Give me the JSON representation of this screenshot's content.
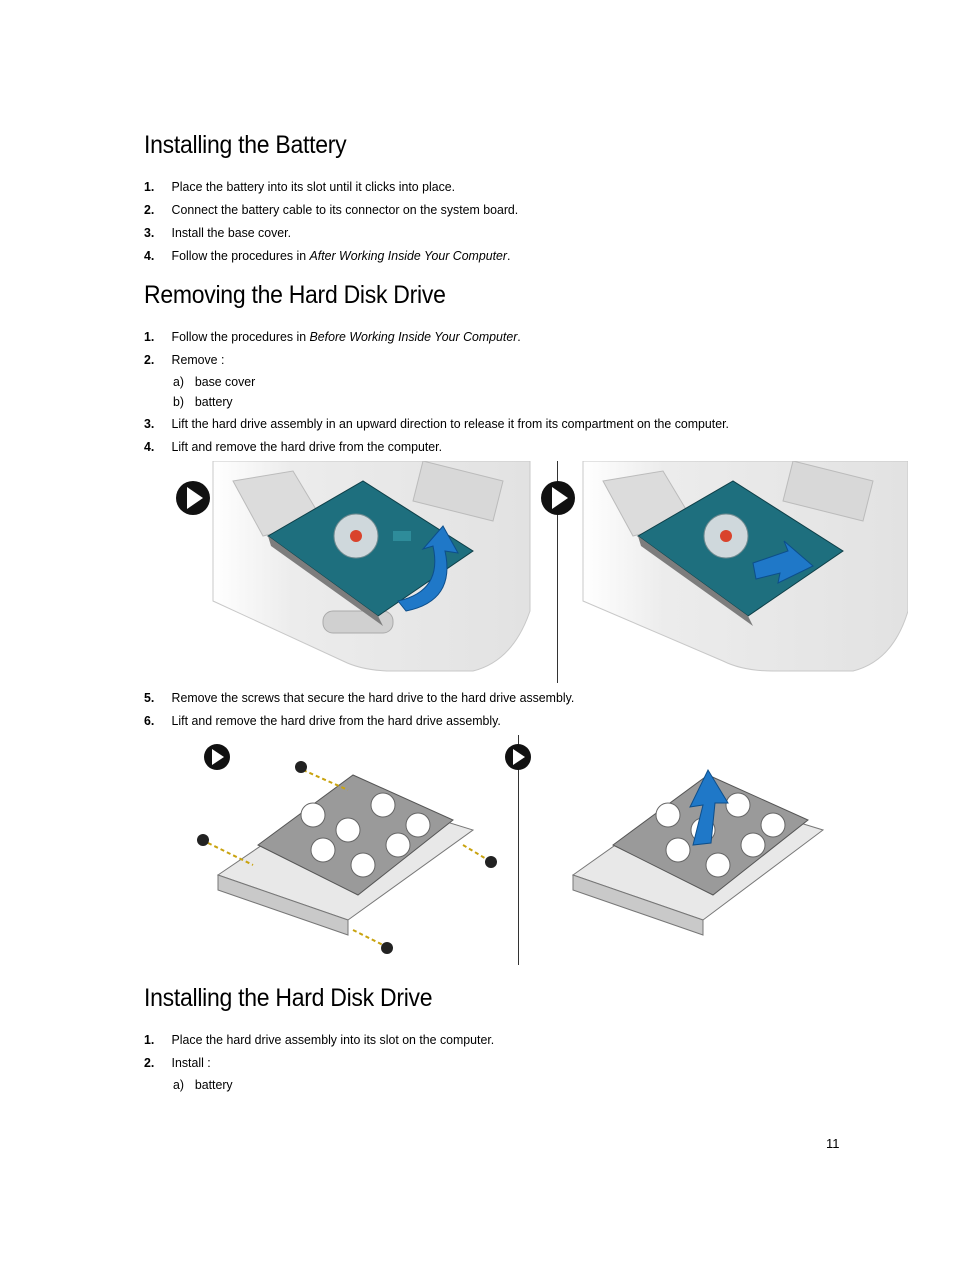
{
  "sections": [
    {
      "title": "Installing the Battery",
      "steps": [
        {
          "num": "1.",
          "text": "Place the battery into its slot until it clicks into place."
        },
        {
          "num": "2.",
          "text": "Connect the battery cable to its connector on the system board."
        },
        {
          "num": "3.",
          "text": "Install the base cover."
        },
        {
          "num": "4.",
          "pre": "Follow the procedures in ",
          "italic": "After Working Inside Your Computer",
          "post": "."
        }
      ]
    },
    {
      "title": "Removing the Hard Disk Drive",
      "steps": [
        {
          "num": "1.",
          "pre": "Follow the procedures in ",
          "italic": "Before Working Inside Your Computer",
          "post": "."
        },
        {
          "num": "2.",
          "text": "Remove :"
        },
        {
          "letter": "a)",
          "text": "base cover"
        },
        {
          "letter": "b)",
          "text": "battery"
        },
        {
          "num": "3.",
          "text": "Lift the hard drive assembly in an upward direction to release it from its compartment on the computer."
        },
        {
          "num": "4.",
          "text": "Lift and remove the hard drive from the computer."
        },
        {
          "num": "5.",
          "text": "Remove the screws that secure the hard drive to the hard drive assembly."
        },
        {
          "num": "6.",
          "text": "Lift and remove the hard drive from the hard drive assembly."
        }
      ]
    },
    {
      "title": "Installing the Hard Disk Drive",
      "steps": [
        {
          "num": "1.",
          "text": "Place the hard drive assembly into its slot on the computer."
        },
        {
          "num": "2.",
          "text": "Install :"
        },
        {
          "letter": "a)",
          "text": "battery"
        }
      ]
    }
  ],
  "page_number": "11",
  "colors": {
    "arrow_blue": "#1f78c8",
    "drive_teal": "#1e6f7e",
    "bracket_gray": "#8c8c8c"
  }
}
